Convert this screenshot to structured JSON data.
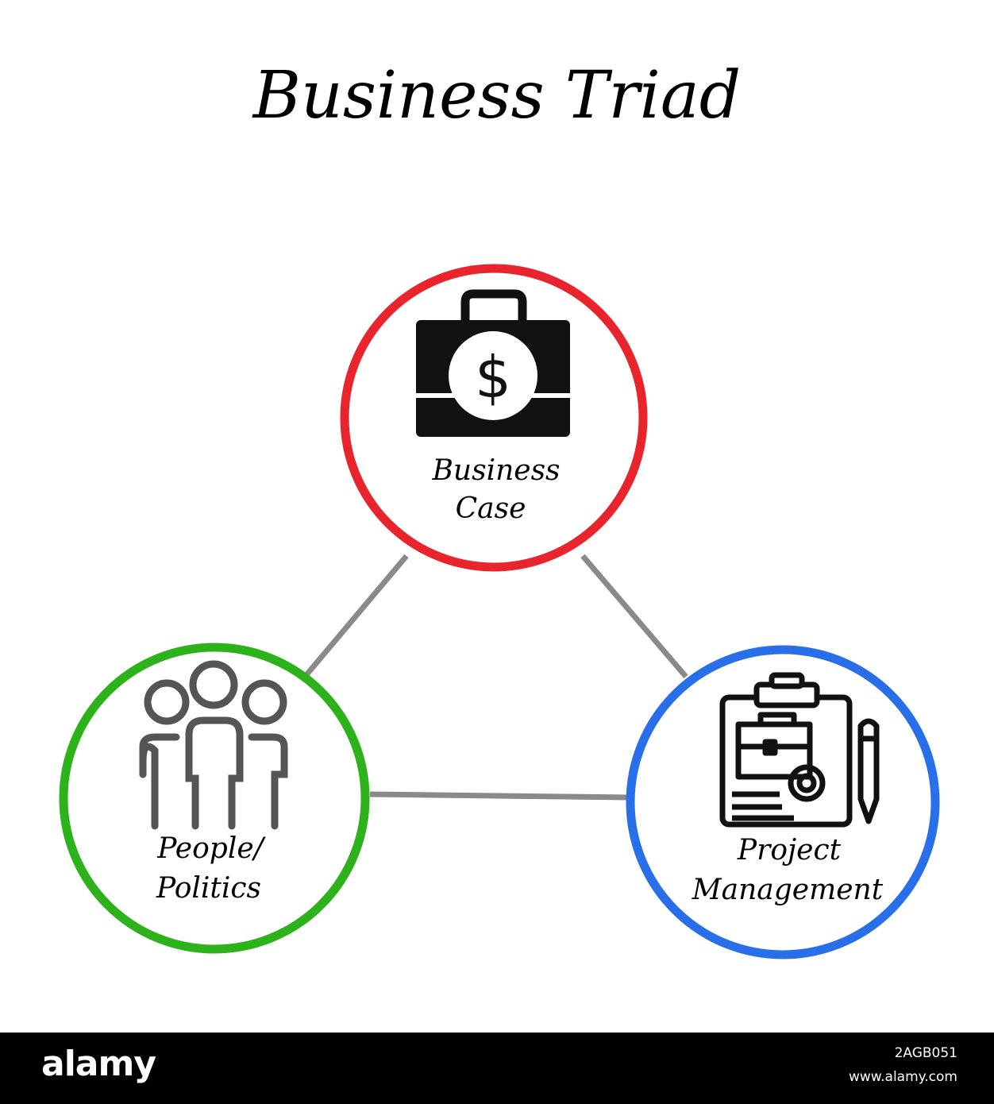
{
  "title": "Business Triad",
  "nodes": [
    {
      "id": "business-case",
      "lines": [
        "Business",
        "Case"
      ],
      "icon": "briefcase-dollar-icon",
      "color": "#e8242c"
    },
    {
      "id": "people-politics",
      "lines": [
        "People/",
        "Politics"
      ],
      "icon": "people-group-icon",
      "color": "#2eb21c"
    },
    {
      "id": "project-management",
      "lines": [
        "Project",
        "Management"
      ],
      "icon": "clipboard-briefcase-gear-icon",
      "color": "#2a6fea"
    }
  ],
  "connector_color": "#8a8a8a",
  "footer": {
    "logo": "alamy",
    "image_id": "2AGB051",
    "url": "www.alamy.com"
  }
}
